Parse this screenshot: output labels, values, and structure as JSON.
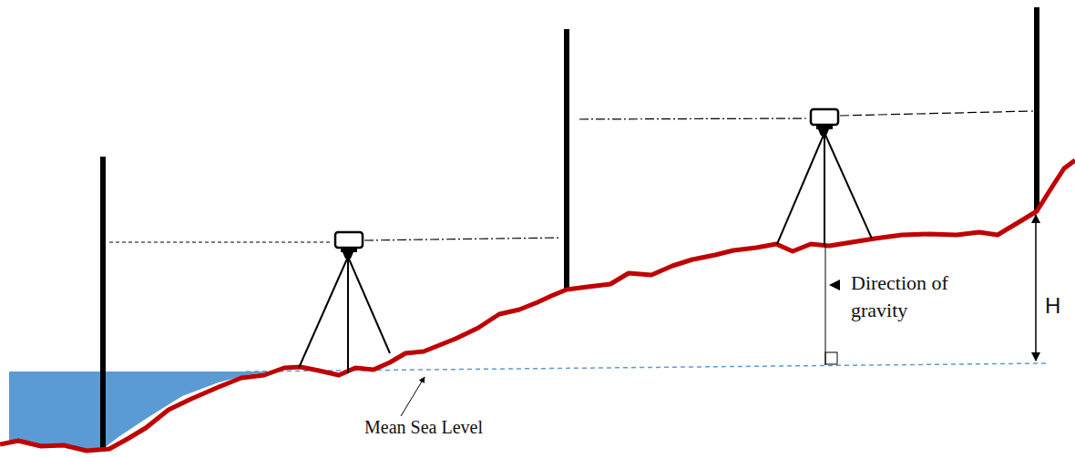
{
  "diagram": {
    "labels": [
      "Direction of gravity",
      "H",
      "Mean Sea Level"
    ]
  }
}
